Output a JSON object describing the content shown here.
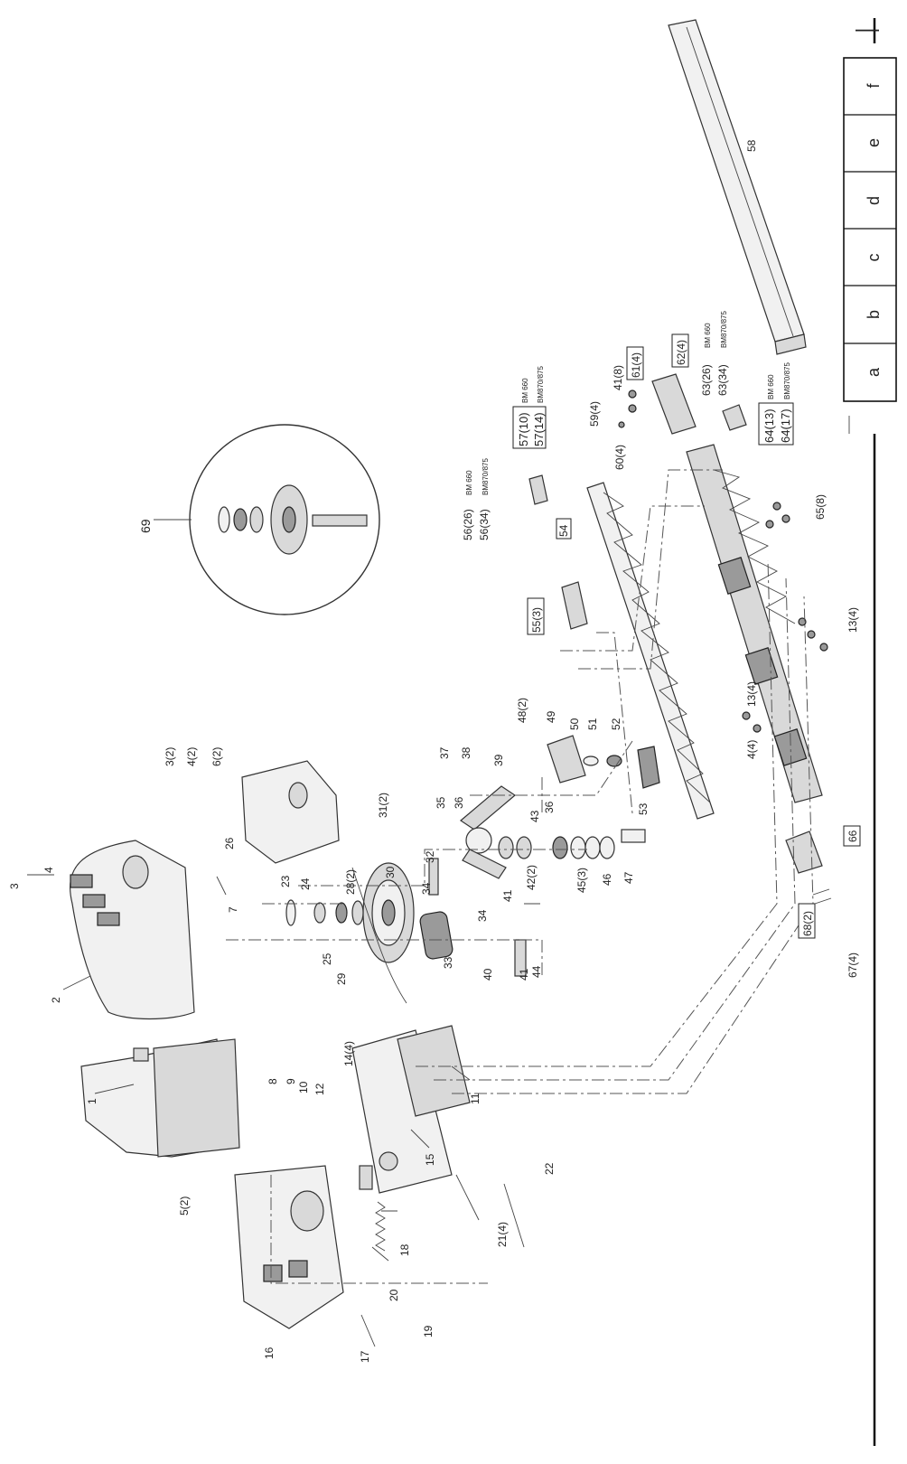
{
  "diagram": {
    "figure_ref": "69",
    "corner_mark": "—",
    "grid_columns": [
      "a",
      "b",
      "c",
      "d",
      "e",
      "f"
    ]
  },
  "labels": {
    "l1": "1",
    "l2": "2",
    "l3": "3",
    "l4": "4",
    "l5": "5(2)",
    "l7": "7",
    "l8": "8",
    "l9": "9",
    "l10": "10",
    "l11": "11",
    "l12": "12",
    "l14": "14(4)",
    "l15": "15",
    "l16": "16",
    "l17": "17",
    "l18": "18",
    "l19": "19",
    "l20": "20",
    "l21": "21(4)",
    "l22": "22",
    "l23": "23",
    "l24": "24",
    "l25": "25",
    "l26": "26",
    "l28": "28(2)",
    "l29": "29",
    "l30": "30",
    "l31": "31(2)",
    "l32": "32",
    "l33": "33",
    "l34a": "34",
    "l34b": "34",
    "l35": "35",
    "l36a": "36",
    "l36b": "36",
    "l37": "37",
    "l38": "38",
    "l39": "39",
    "l40": "40",
    "l41a": "41",
    "l41b": "41",
    "l42": "42(2)",
    "l43": "43",
    "l44": "44",
    "l45": "45(3)",
    "l46": "46",
    "l47": "47",
    "l48": "48(2)",
    "l49": "49",
    "l50": "50",
    "l51": "51",
    "l52": "52",
    "l53": "53",
    "l54": "54",
    "l55": "55(3)",
    "l56a": "56(26)",
    "l56b": "56(34)",
    "l57a": "57(10)",
    "l57b": "57(14)",
    "l58": "58",
    "l59": "59(4)",
    "l60": "60(4)",
    "l41c": "41(8)",
    "l61": "61(4)",
    "l62": "62(4)",
    "l63a": "63(26)",
    "l63b": "63(34)",
    "l64a": "64(13)",
    "l64b": "64(17)",
    "l65": "65(8)",
    "l13a": "13(4)",
    "l13b": "13(4)",
    "l4b": "4(4)",
    "l66": "66",
    "l67": "67(4)",
    "l68": "68(2)",
    "l3top": "3(2)",
    "l4top": "4(2)",
    "l6top": "6(2)",
    "l69": "69",
    "bm660": "BM 660",
    "bm870": "BM870/875"
  }
}
